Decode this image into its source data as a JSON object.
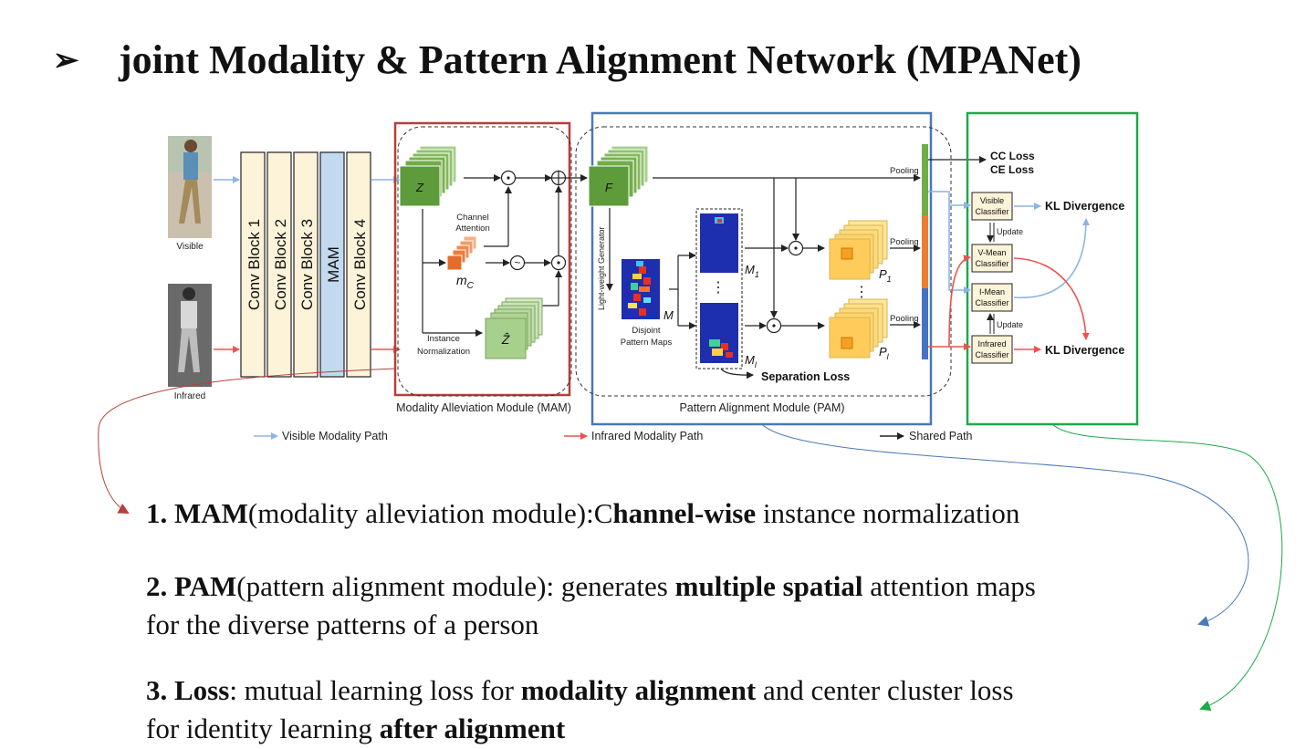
{
  "slide": {
    "bullet_glyph": "➢",
    "title": "joint Modality & Pattern Alignment Network (MPANet)"
  },
  "diagram": {
    "inputs": {
      "visible": "Visible",
      "infrared": "Infrared"
    },
    "blocks": [
      "Conv Block 1",
      "Conv Block 2",
      "Conv Block 3",
      "MAM",
      "Conv Block 4"
    ],
    "mam": {
      "z": "Z",
      "channel_attention": [
        "Channel",
        "Attention"
      ],
      "mc": "m",
      "mc_sub": "C",
      "instance_norm": [
        "Instance",
        "Normalization"
      ],
      "zhat": "Ẑ",
      "label": "Modality Alleviation Module (MAM)"
    },
    "pam": {
      "f": "F",
      "generator": "Light-weight Generator",
      "m": "M",
      "disjoint": [
        "Disjoint",
        "Pattern Maps"
      ],
      "m1": "M",
      "m1_sub": "1",
      "ml": "M",
      "ml_sub": "l",
      "p1": "P",
      "p1_sub": "1",
      "pl": "P",
      "pl_sub": "l",
      "dots": "⋮",
      "pooling": "Pooling",
      "separation_loss": "Separation Loss",
      "label": "Pattern Alignment Module (PAM)"
    },
    "losses": {
      "cc": "CC Loss",
      "ce": "CE Loss",
      "kl": "KL Divergence"
    },
    "classifiers": {
      "visible": [
        "Visible",
        "Classifier"
      ],
      "vmean": [
        "V-Mean",
        "Classifier"
      ],
      "imean": [
        "I-Mean",
        "Classifier"
      ],
      "infrared": [
        "Infrared",
        "Classifier"
      ],
      "update": "Update"
    },
    "legend": {
      "visible": "Visible Modality Path",
      "infrared": "Infrared Modality Path",
      "shared": "Shared Path"
    },
    "colors": {
      "mam_box": "#b5403b",
      "pam_box": "#4a78b8",
      "loss_box": "#1ea84a",
      "visible_path": "#8eb4e3",
      "infrared_path": "#f05050",
      "conv_fill": "#fdf3d9",
      "mam_fill": "#c3d9ef",
      "feature_green": "#70ad47",
      "attention_orange": "#f08a4b"
    }
  },
  "bullets": [
    {
      "num": "1.",
      "name": "MAM",
      "rest": "(modality alleviation module):C",
      "bold2": "hannel-wise",
      "tail": " instance normalization"
    },
    {
      "num": "2.",
      "name": "PAM",
      "rest": "(pattern alignment module): generates ",
      "bold2": "multiple spatial",
      "tail": " attention maps",
      "line2": "for the diverse patterns of a person"
    },
    {
      "num": "3.",
      "name": "Loss",
      "rest": ": mutual learning loss for ",
      "bold2": "modality alignment",
      "tail": " and center cluster loss",
      "line2": "for identity learning ",
      "line2_bold": "after alignment"
    }
  ]
}
